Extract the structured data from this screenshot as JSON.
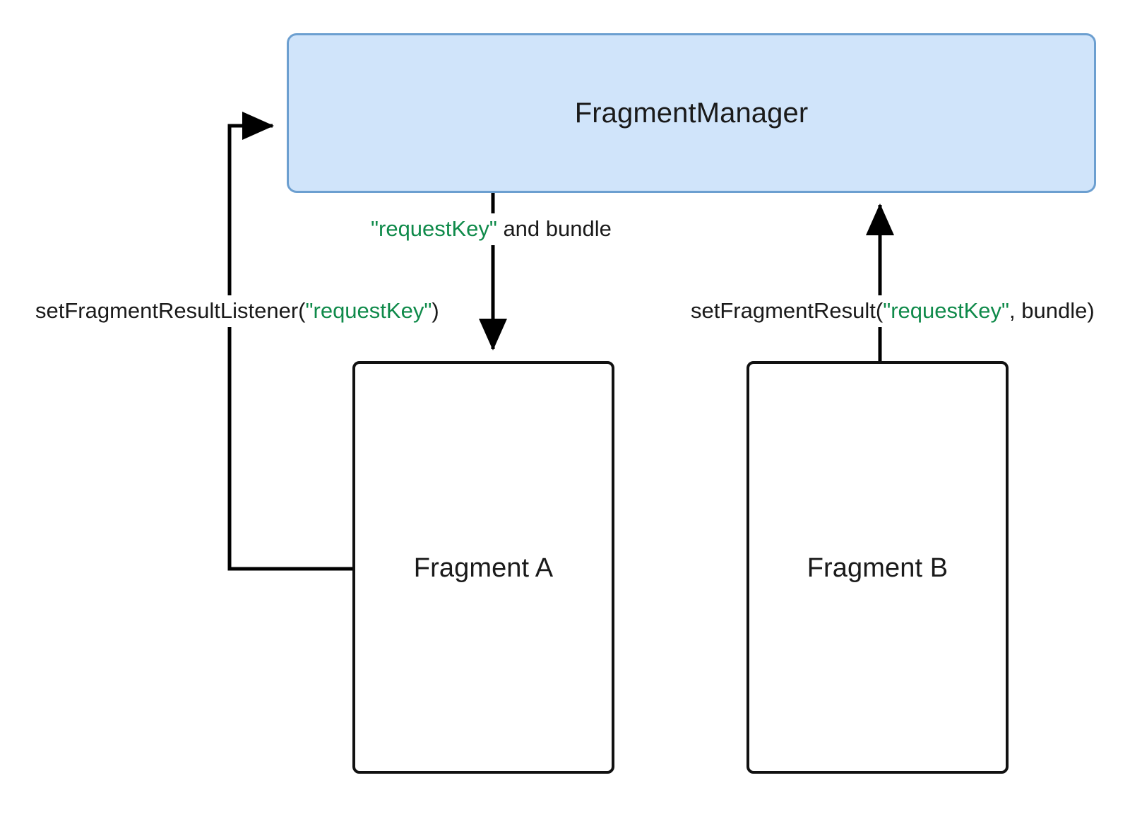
{
  "diagram": {
    "title": "Fragment Result API flow",
    "colors": {
      "manager_fill": "#d0e4fa",
      "manager_stroke": "#6c9fd0",
      "node_stroke": "#111111",
      "edge_stroke": "#000000",
      "key_token": "#0f8a4a",
      "text": "#1a1a1a",
      "background": "#ffffff"
    },
    "nodes": [
      {
        "id": "fragment-manager",
        "label": "FragmentManager",
        "shape": "rounded-rect",
        "fill": "#d0e4fa"
      },
      {
        "id": "fragment-a",
        "label": "Fragment A",
        "shape": "rounded-rect",
        "fill": "#ffffff"
      },
      {
        "id": "fragment-b",
        "label": "Fragment B",
        "shape": "rounded-rect",
        "fill": "#ffffff"
      }
    ],
    "edges": [
      {
        "id": "edge-listener",
        "from": "fragment-a",
        "to": "fragment-manager",
        "routing": "elbow-left",
        "label_parts": [
          {
            "text": "setFragmentResultListener(",
            "token": "plain"
          },
          {
            "text": "\"requestKey\"",
            "token": "key"
          },
          {
            "text": ")",
            "token": "plain"
          }
        ]
      },
      {
        "id": "edge-deliver",
        "from": "fragment-manager",
        "to": "fragment-a",
        "routing": "straight-down",
        "label_parts": [
          {
            "text": "\"requestKey\"",
            "token": "key"
          },
          {
            "text": " and bundle",
            "token": "plain"
          }
        ]
      },
      {
        "id": "edge-set-result",
        "from": "fragment-b",
        "to": "fragment-manager",
        "routing": "straight-up",
        "label_parts": [
          {
            "text": "setFragmentResult(",
            "token": "plain"
          },
          {
            "text": "\"requestKey\"",
            "token": "key"
          },
          {
            "text": ", bundle)",
            "token": "plain"
          }
        ]
      }
    ]
  },
  "labels": {
    "manager": "FragmentManager",
    "fragment_a": "Fragment A",
    "fragment_b": "Fragment B",
    "listener_pre": "setFragmentResultListener(",
    "listener_key": "\"requestKey\"",
    "listener_post": ")",
    "deliver_key": "\"requestKey\"",
    "deliver_post": " and bundle",
    "result_pre": "setFragmentResult(",
    "result_key": "\"requestKey\"",
    "result_post": ", bundle)"
  }
}
